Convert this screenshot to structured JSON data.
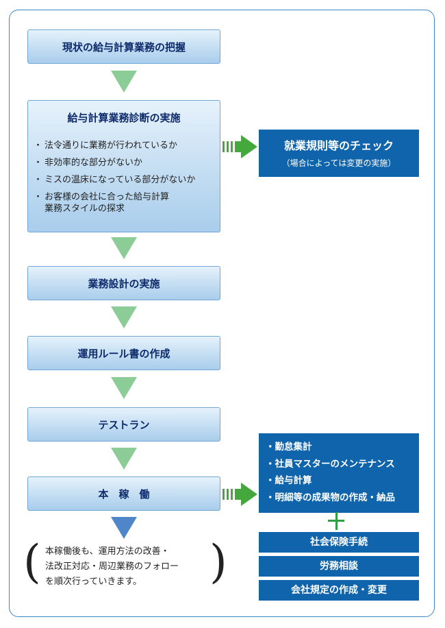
{
  "steps": [
    {
      "label": "現状の給与計算業務の把握"
    },
    {
      "label": "給与計算業務診断の実施",
      "bullets": [
        "法令通りに業務が行われているか",
        "非効率的な部分がないか",
        "ミスの温床になっている部分がないか",
        "お客様の会社に合った給与計算\n業務スタイルの探求"
      ]
    },
    {
      "label": "業務設計の実施"
    },
    {
      "label": "運用ルール書の作成"
    },
    {
      "label": "テストラン"
    },
    {
      "label": "本　稼　働"
    }
  ],
  "check_box": {
    "title": "就業規則等のチェック",
    "subtitle": "（場合によっては変更の実施）"
  },
  "services": [
    "・勤怠集計",
    "・社員マスターのメンテナンス",
    "・給与計算",
    "・明細等の成果物の作成・納品"
  ],
  "extras": [
    "社会保険手続",
    "労務相談",
    "会社規定の作成・変更"
  ],
  "note": {
    "text": "本稼働後も、運用方法の改善・\n法改正対応・周辺業務のフォロー\nを順次行っていきます。"
  },
  "colors": {
    "frame": "#3c86c3",
    "step_border": "#6fa6d6",
    "step_text": "#0d2a6b",
    "arrow_green": "#8ccc96",
    "arrow_blue": "#4f86c9",
    "side_arrow": "#45a83d",
    "box_blue": "#0f64ac",
    "plus": "#2f9e45"
  }
}
